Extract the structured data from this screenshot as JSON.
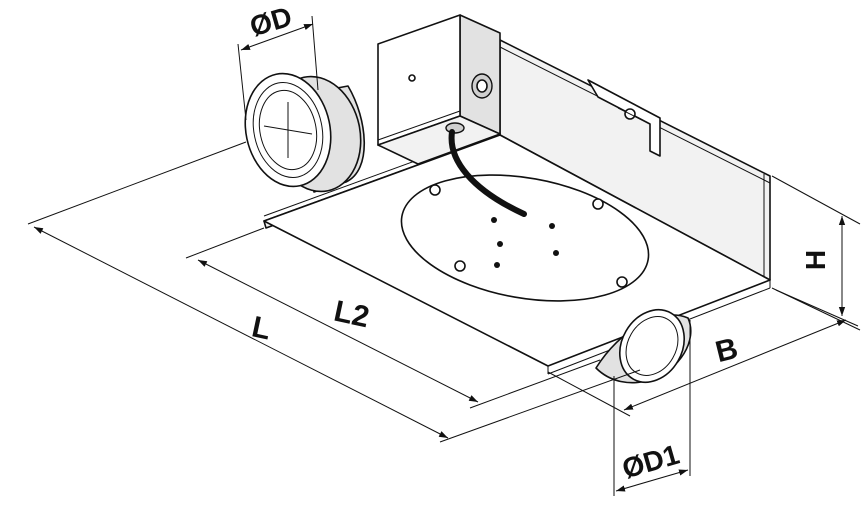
{
  "labels": {
    "diameter_d": "ØD",
    "length_l": "L",
    "length_l2": "L2",
    "height_h": "H",
    "width_b": "B",
    "diameter_d1": "ØD1"
  }
}
